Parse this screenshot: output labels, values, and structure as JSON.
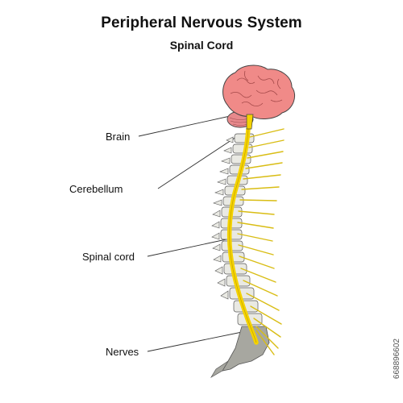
{
  "header": {
    "title": "Peripheral Nervous System",
    "subtitle": "Spinal Cord"
  },
  "labels": {
    "brain": "Brain",
    "cerebellum": "Cerebellum",
    "spinal_cord": "Spinal cord",
    "nerves": "Nerves"
  },
  "colors": {
    "brain": "#f08a88",
    "cerebellum": "#e7898c",
    "spinal_cord": "#f5d300",
    "nerves": "#eed733",
    "vertebrae": "#e9e9e3",
    "sacrum": "#a7a7a0",
    "leader_line": "#333333"
  },
  "watermark": "668896602"
}
